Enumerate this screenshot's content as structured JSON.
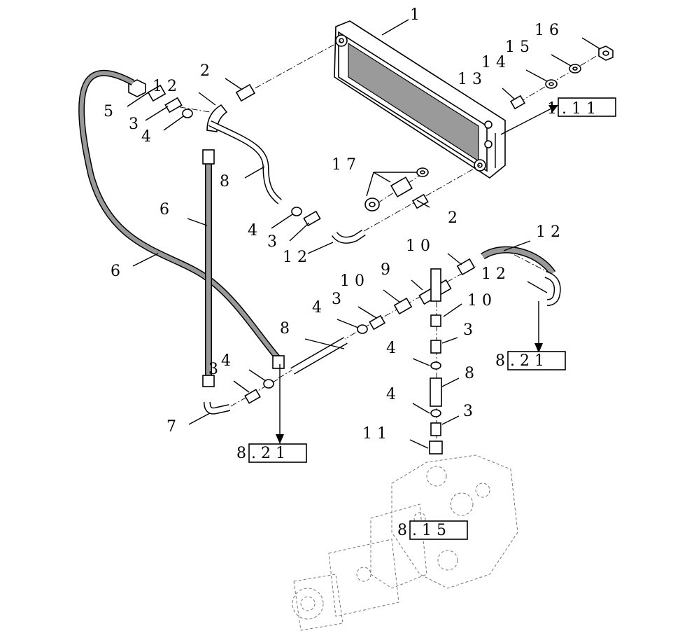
{
  "callouts": {
    "c1": "1",
    "c2a": "2",
    "c2b": "2",
    "c3a": "3",
    "c3b": "3",
    "c3c": "3",
    "c3d": "3",
    "c3e": "3",
    "c3f": "3",
    "c4a": "4",
    "c4b": "4",
    "c4c": "4",
    "c4d": "4",
    "c4e": "4",
    "c4f": "4",
    "c5": "5",
    "c6a": "6",
    "c6b": "6",
    "c7": "7",
    "c8a": "8",
    "c8b": "8",
    "c8c": "8",
    "c9": "9",
    "c10a": "1 0",
    "c10b": "1 0",
    "c10c": "1 0",
    "c11": "1 1",
    "c12a": "1 2",
    "c12b": "1 2",
    "c12c": "1 2",
    "c12d": "1 2",
    "c13": "1 3",
    "c14": "1 4",
    "c15": "1 5",
    "c16": "1 6",
    "c17": "1 7"
  },
  "references": {
    "ref_cooler": "1 . 1 1",
    "ref_right": "8 . 2 1",
    "ref_left": "8 . 2 1",
    "ref_pump": "8 . 1 5"
  },
  "colors": {
    "line": "#000000",
    "ghost": "#777777",
    "radiator_core": "#9a9a9a"
  }
}
